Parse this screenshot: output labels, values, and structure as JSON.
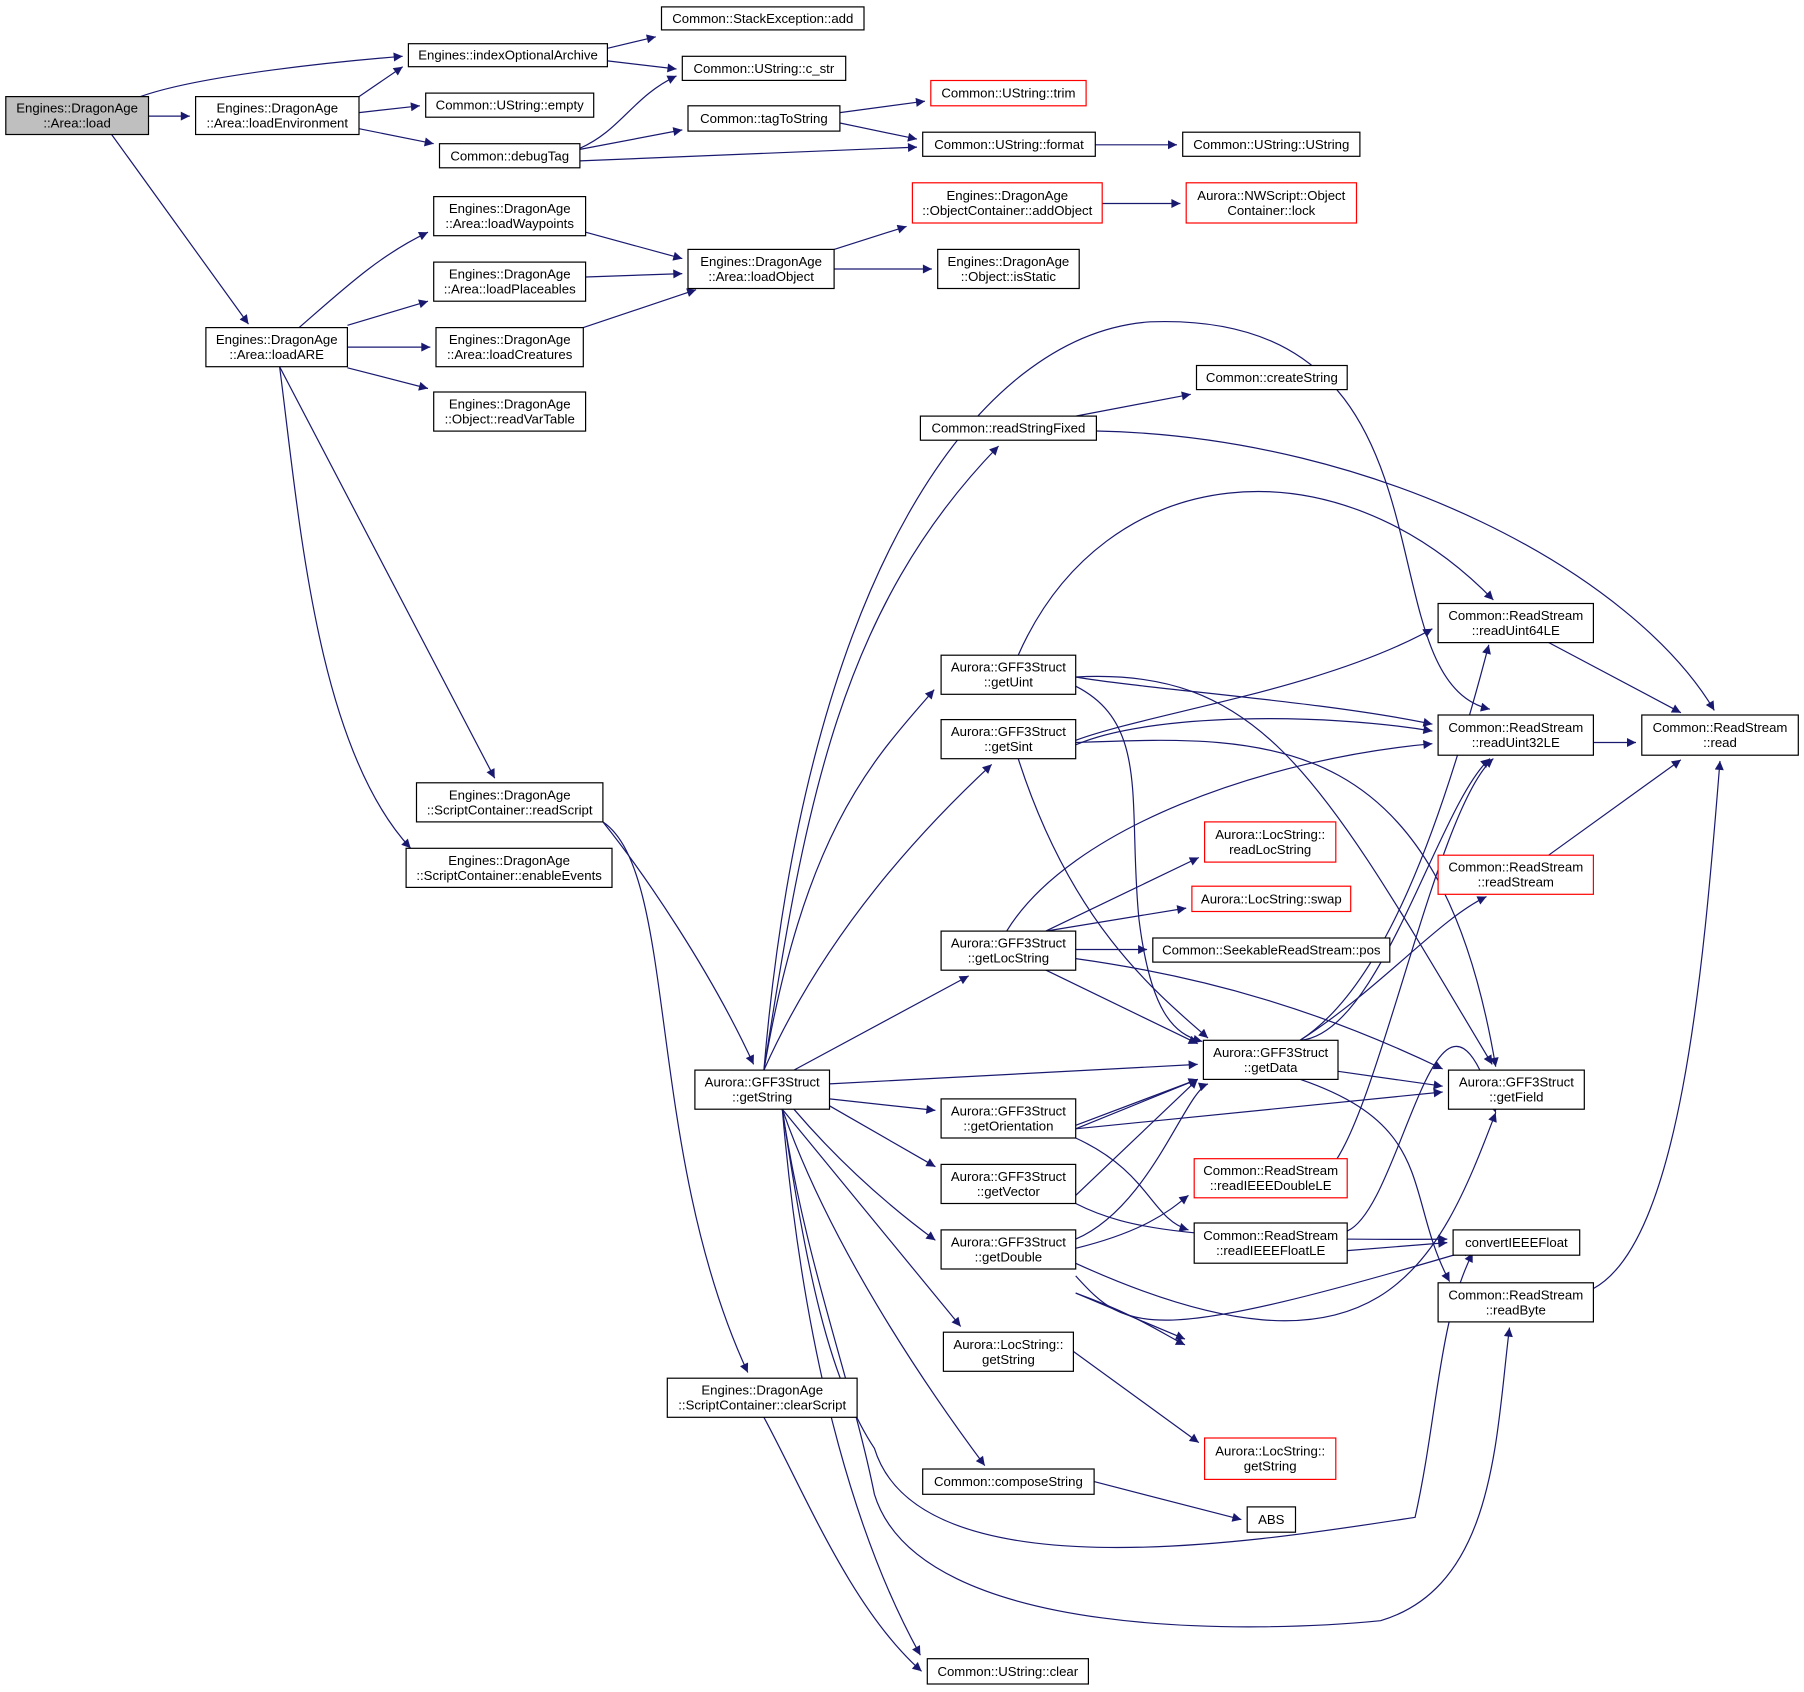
{
  "diagram": {
    "colors": {
      "edge": "#191970",
      "arrowhead": "#191970",
      "node_border_normal": "#000000",
      "node_border_truncated": "#ff0000",
      "root_fill": "#bfbfbf",
      "node_fill": "#ffffff",
      "text": "#000000"
    },
    "nodes": [
      {
        "id": "n_load",
        "lines": [
          "Engines::DragonAge",
          "::Area::load"
        ],
        "style": "root"
      },
      {
        "id": "n_loadEnv",
        "lines": [
          "Engines::DragonAge",
          "::Area::loadEnvironment"
        ],
        "style": "normal"
      },
      {
        "id": "n_loadARE",
        "lines": [
          "Engines::DragonAge",
          "::Area::loadARE"
        ],
        "style": "normal"
      },
      {
        "id": "n_indexOpt",
        "lines": [
          "Engines::indexOptionalArchive"
        ],
        "style": "normal"
      },
      {
        "id": "n_stackAdd",
        "lines": [
          "Common::StackException::add"
        ],
        "style": "normal"
      },
      {
        "id": "n_cstr",
        "lines": [
          "Common::UString::c_str"
        ],
        "style": "normal"
      },
      {
        "id": "n_empty",
        "lines": [
          "Common::UString::empty"
        ],
        "style": "normal"
      },
      {
        "id": "n_debugTag",
        "lines": [
          "Common::debugTag"
        ],
        "style": "normal"
      },
      {
        "id": "n_tagToString",
        "lines": [
          "Common::tagToString"
        ],
        "style": "normal"
      },
      {
        "id": "n_trim",
        "lines": [
          "Common::UString::trim"
        ],
        "style": "truncated"
      },
      {
        "id": "n_format",
        "lines": [
          "Common::UString::format"
        ],
        "style": "normal"
      },
      {
        "id": "n_ustring",
        "lines": [
          "Common::UString::UString"
        ],
        "style": "normal"
      },
      {
        "id": "n_loadWaypoints",
        "lines": [
          "Engines::DragonAge",
          "::Area::loadWaypoints"
        ],
        "style": "normal"
      },
      {
        "id": "n_loadPlaceables",
        "lines": [
          "Engines::DragonAge",
          "::Area::loadPlaceables"
        ],
        "style": "normal"
      },
      {
        "id": "n_loadCreatures",
        "lines": [
          "Engines::DragonAge",
          "::Area::loadCreatures"
        ],
        "style": "normal"
      },
      {
        "id": "n_readVarTable",
        "lines": [
          "Engines::DragonAge",
          "::Object::readVarTable"
        ],
        "style": "normal"
      },
      {
        "id": "n_loadObject",
        "lines": [
          "Engines::DragonAge",
          "::Area::loadObject"
        ],
        "style": "normal"
      },
      {
        "id": "n_addObject",
        "lines": [
          "Engines::DragonAge",
          "::ObjectContainer::addObject"
        ],
        "style": "truncated"
      },
      {
        "id": "n_lock",
        "lines": [
          "Aurora::NWScript::Object",
          "Container::lock"
        ],
        "style": "truncated"
      },
      {
        "id": "n_isStatic",
        "lines": [
          "Engines::DragonAge",
          "::Object::isStatic"
        ],
        "style": "normal"
      },
      {
        "id": "n_createString",
        "lines": [
          "Common::createString"
        ],
        "style": "normal"
      },
      {
        "id": "n_readStringFixed",
        "lines": [
          "Common::readStringFixed"
        ],
        "style": "normal"
      },
      {
        "id": "n_readScript",
        "lines": [
          "Engines::DragonAge",
          "::ScriptContainer::readScript"
        ],
        "style": "normal"
      },
      {
        "id": "n_enableEvents",
        "lines": [
          "Engines::DragonAge",
          "::ScriptContainer::enableEvents"
        ],
        "style": "normal"
      },
      {
        "id": "n_getString",
        "lines": [
          "Aurora::GFF3Struct",
          "::getString"
        ],
        "style": "normal"
      },
      {
        "id": "n_clearScript",
        "lines": [
          "Engines::DragonAge",
          "::ScriptContainer::clearScript"
        ],
        "style": "normal"
      },
      {
        "id": "n_clear",
        "lines": [
          "Common::UString::clear"
        ],
        "style": "normal"
      },
      {
        "id": "n_getUint",
        "lines": [
          "Aurora::GFF3Struct",
          "::getUint"
        ],
        "style": "normal"
      },
      {
        "id": "n_getSint",
        "lines": [
          "Aurora::GFF3Struct",
          "::getSint"
        ],
        "style": "normal"
      },
      {
        "id": "n_getLocString",
        "lines": [
          "Aurora::GFF3Struct",
          "::getLocString"
        ],
        "style": "normal"
      },
      {
        "id": "n_getOrientation",
        "lines": [
          "Aurora::GFF3Struct",
          "::getOrientation"
        ],
        "style": "normal"
      },
      {
        "id": "n_getVector",
        "lines": [
          "Aurora::GFF3Struct",
          "::getVector"
        ],
        "style": "normal"
      },
      {
        "id": "n_getDouble",
        "lines": [
          "Aurora::GFF3Struct",
          "::getDouble"
        ],
        "style": "normal"
      },
      {
        "id": "n_locGetString1",
        "lines": [
          "Aurora::LocString::",
          "getString"
        ],
        "style": "normal"
      },
      {
        "id": "n_composeString",
        "lines": [
          "Common::composeString"
        ],
        "style": "normal"
      },
      {
        "id": "n_readLocString",
        "lines": [
          "Aurora::LocString::",
          "readLocString"
        ],
        "style": "truncated"
      },
      {
        "id": "n_swap",
        "lines": [
          "Aurora::LocString::swap"
        ],
        "style": "truncated"
      },
      {
        "id": "n_pos",
        "lines": [
          "Common::SeekableReadStream::pos"
        ],
        "style": "normal"
      },
      {
        "id": "n_getData",
        "lines": [
          "Aurora::GFF3Struct",
          "::getData"
        ],
        "style": "normal"
      },
      {
        "id": "n_readIEEEDouble",
        "lines": [
          "Common::ReadStream",
          "::readIEEEDoubleLE"
        ],
        "style": "truncated"
      },
      {
        "id": "n_readIEEEFloat",
        "lines": [
          "Common::ReadStream",
          "::readIEEEFloatLE"
        ],
        "style": "normal"
      },
      {
        "id": "n_locGetString2",
        "lines": [
          "Aurora::LocString::",
          "getString"
        ],
        "style": "truncated"
      },
      {
        "id": "n_abs",
        "lines": [
          "ABS"
        ],
        "style": "normal"
      },
      {
        "id": "n_readUint64",
        "lines": [
          "Common::ReadStream",
          "::readUint64LE"
        ],
        "style": "normal"
      },
      {
        "id": "n_readUint32",
        "lines": [
          "Common::ReadStream",
          "::readUint32LE"
        ],
        "style": "normal"
      },
      {
        "id": "n_readStream",
        "lines": [
          "Common::ReadStream",
          "::readStream"
        ],
        "style": "truncated"
      },
      {
        "id": "n_getField",
        "lines": [
          "Aurora::GFF3Struct",
          "::getField"
        ],
        "style": "normal"
      },
      {
        "id": "n_convertFloat",
        "lines": [
          "convertIEEEFloat"
        ],
        "style": "normal"
      },
      {
        "id": "n_readByte",
        "lines": [
          "Common::ReadStream",
          "::readByte"
        ],
        "style": "normal"
      },
      {
        "id": "n_read",
        "lines": [
          "Common::ReadStream",
          "::read"
        ],
        "style": "normal"
      }
    ]
  }
}
